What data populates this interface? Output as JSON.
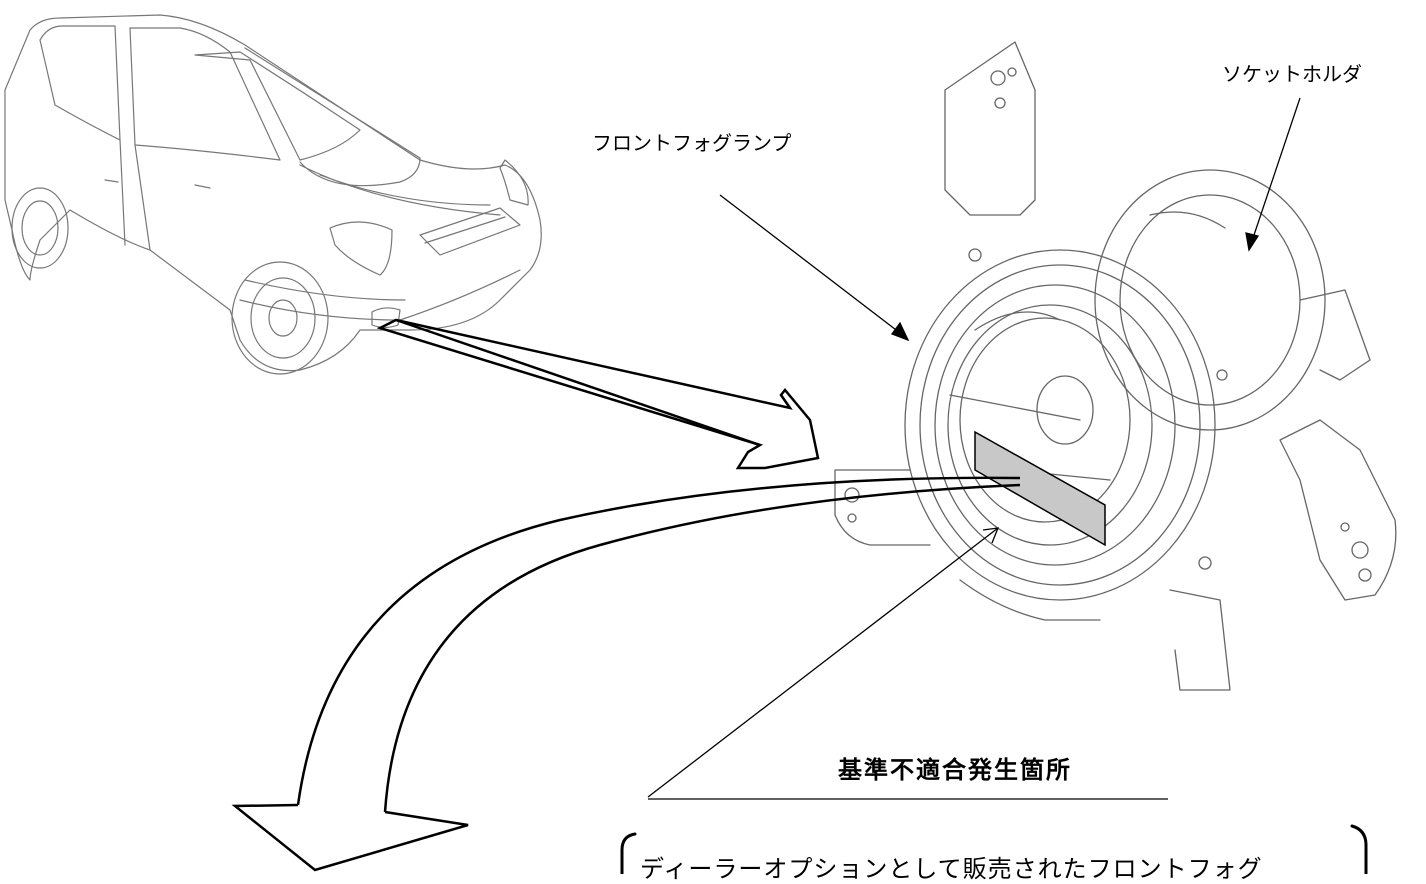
{
  "labels": {
    "fog_lamp": "フロントフォグランプ",
    "socket_holder": "ソケットホルダ",
    "defect_location": "基準不適合発生箇所",
    "note": "ディーラーオプションとして販売されたフロントフォグ"
  },
  "colors": {
    "line": "#000000",
    "sketch": "#777777",
    "highlight": "#c8c8c8"
  }
}
